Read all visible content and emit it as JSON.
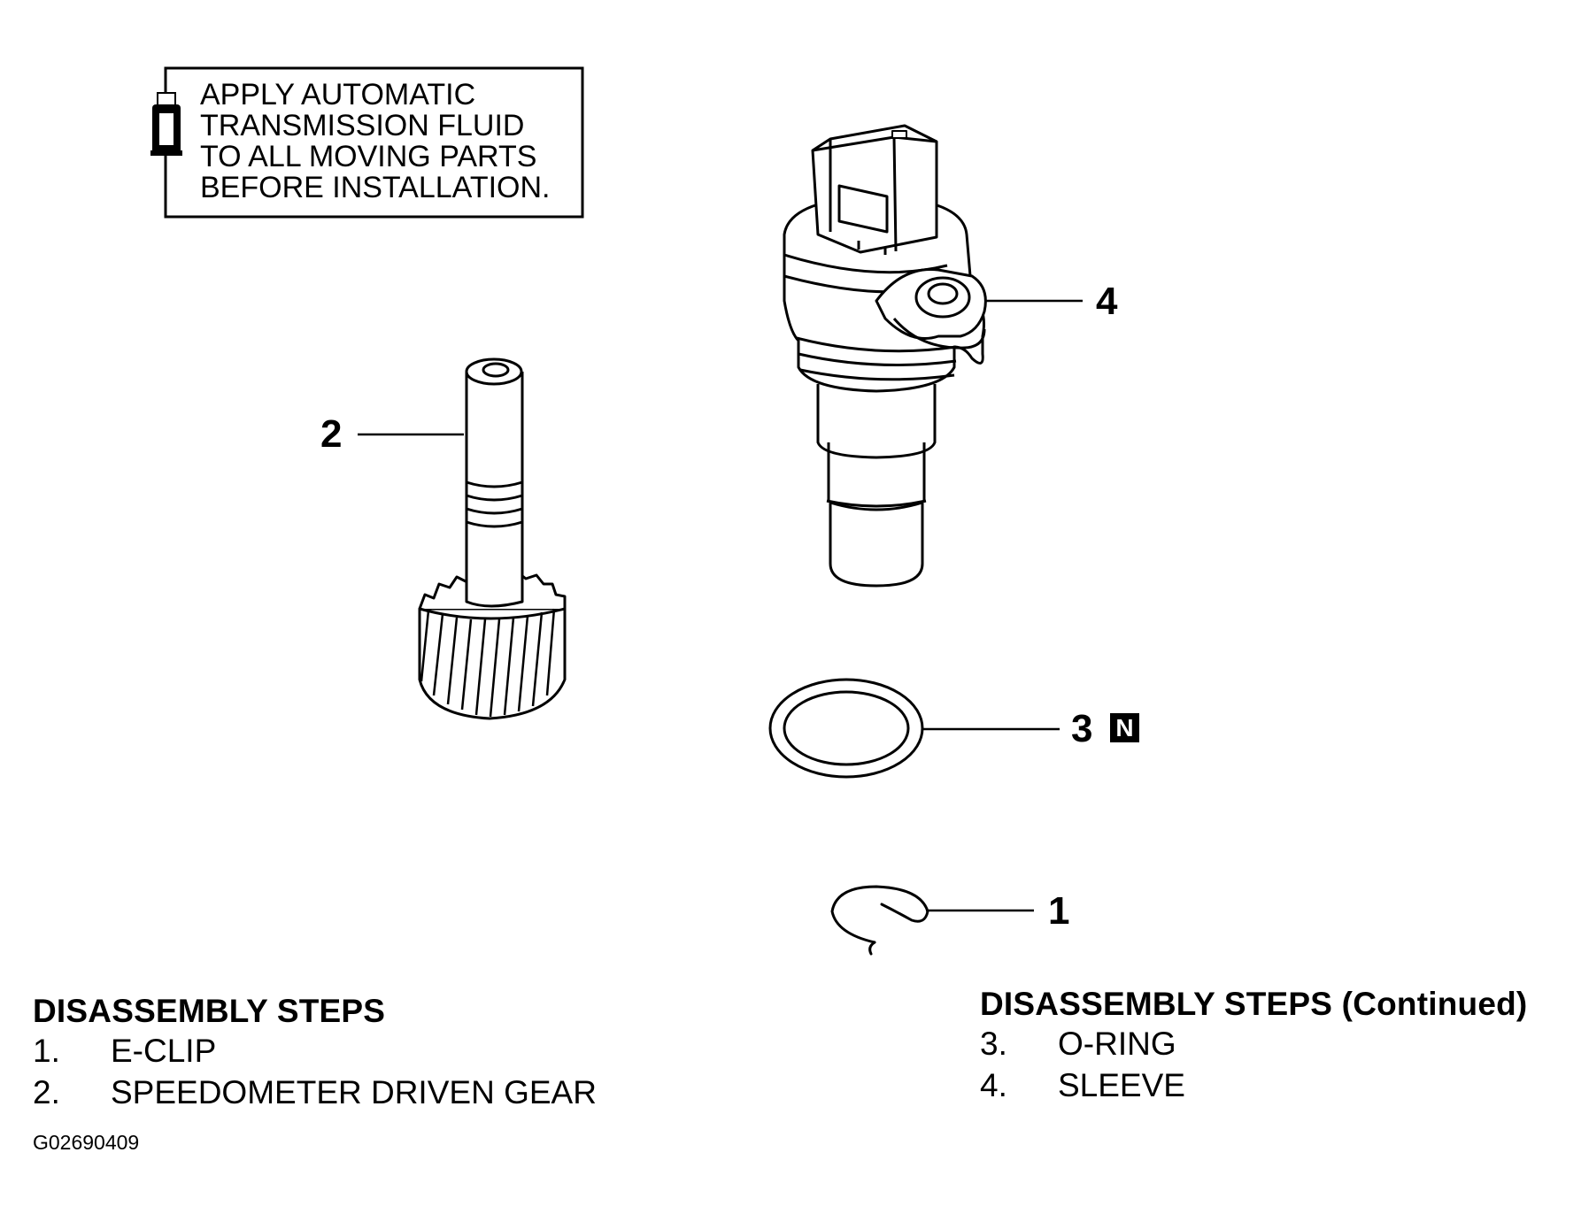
{
  "note": {
    "lines": [
      "APPLY AUTOMATIC",
      "TRANSMISSION FLUID",
      "TO ALL MOVING PARTS",
      "BEFORE INSTALLATION."
    ],
    "icon": "fluid-bottle-icon"
  },
  "callouts": {
    "c1": "1",
    "c2": "2",
    "c3": "3",
    "c3_badge": "N",
    "c4": "4"
  },
  "legend_left": {
    "title": "DISASSEMBLY STEPS",
    "items": [
      {
        "num": "1.",
        "label": "E-CLIP"
      },
      {
        "num": "2.",
        "label": "SPEEDOMETER DRIVEN GEAR"
      }
    ]
  },
  "legend_right": {
    "title": "DISASSEMBLY STEPS (Continued)",
    "items": [
      {
        "num": "3.",
        "label": "O-RING"
      },
      {
        "num": "4.",
        "label": "SLEEVE"
      }
    ]
  },
  "figure_code": "G02690409"
}
